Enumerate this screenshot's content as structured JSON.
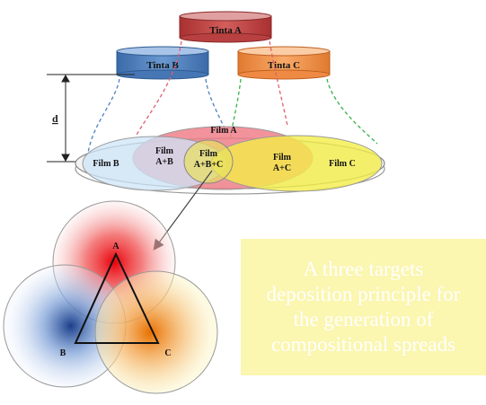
{
  "targets": {
    "a_label": "Tinta A",
    "b_label": "Tinta B",
    "c_label": "Tinta C"
  },
  "distance_label": "d",
  "films": {
    "a": "Film A",
    "b": "Film B",
    "c": "Film C",
    "ab_line1": "Film",
    "ab_line2": "A+B",
    "abc_line1": "Film",
    "abc_line2": "A+B+C",
    "ac_line1": "Film",
    "ac_line2": "A+C"
  },
  "spread": {
    "vertex_a": "A",
    "vertex_b": "B",
    "vertex_c": "C"
  },
  "caption": "A three targets\ndeposition principle for\nthe generation of\ncompositional spreads",
  "colors": {
    "target_a": "#c9504f",
    "target_b": "#4f81bd",
    "target_c": "#f79646",
    "film_a": "#f0808a",
    "film_b": "#cde4f8",
    "film_c": "#f4ee48",
    "caption_bg": "#fbf6b0"
  }
}
